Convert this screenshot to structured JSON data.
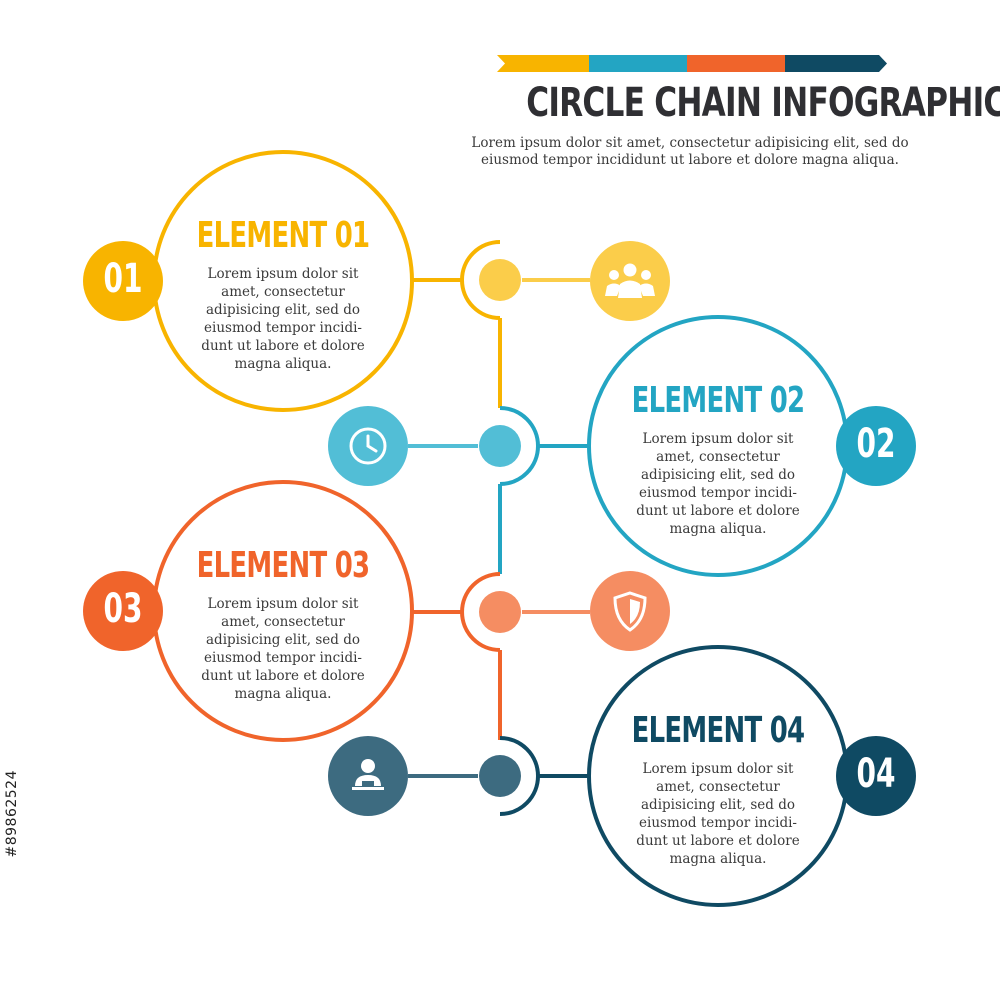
{
  "header": {
    "title": "CIRCLE CHAIN INFOGRAPHIC",
    "subtitle_lines": [
      "Lorem ipsum dolor sit amet, consectetur adipisicing elit, sed do",
      "eiusmod tempor incididunt ut labore et dolore magna aliqua."
    ],
    "bar_colors": [
      "#f8b400",
      "#23a5c3",
      "#f0642b",
      "#0f4a63"
    ]
  },
  "elements": [
    {
      "number": "01",
      "title": "ELEMENT 01",
      "color": "#f8b400",
      "light_color": "#fbcd4a",
      "icon": "people-group-icon",
      "body_lines": [
        "Lorem ipsum dolor sit",
        "amet, consectetur",
        "adipisicing elit, sed do",
        "eiusmod tempor incidi-",
        "dunt ut labore et dolore",
        "magna aliqua."
      ]
    },
    {
      "number": "02",
      "title": "ELEMENT 02",
      "color": "#23a5c3",
      "light_color": "#52bed6",
      "icon": "clock-icon",
      "body_lines": [
        "Lorem ipsum dolor sit",
        "amet, consectetur",
        "adipisicing elit, sed do",
        "eiusmod tempor incidi-",
        "dunt ut labore et dolore",
        "magna aliqua."
      ]
    },
    {
      "number": "03",
      "title": "ELEMENT 03",
      "color": "#f0642b",
      "light_color": "#f58d62",
      "icon": "shield-icon",
      "body_lines": [
        "Lorem ipsum dolor sit",
        "amet, consectetur",
        "adipisicing elit, sed do",
        "eiusmod tempor incidi-",
        "dunt ut labore et dolore",
        "magna aliqua."
      ]
    },
    {
      "number": "04",
      "title": "ELEMENT 04",
      "color": "#0f4a63",
      "light_color": "#3d6b80",
      "icon": "user-laptop-icon",
      "body_lines": [
        "Lorem ipsum dolor sit",
        "amet, consectetur",
        "adipisicing elit, sed do",
        "eiusmod tempor incidi-",
        "dunt ut labore et dolore",
        "magna aliqua."
      ]
    }
  ],
  "watermark": "#89862524"
}
